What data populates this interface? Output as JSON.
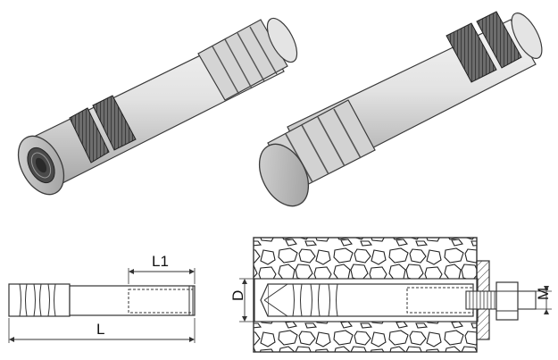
{
  "labels": {
    "l1": "L1",
    "l": "L",
    "d": "D",
    "m": "M"
  },
  "colors": {
    "steel_light": "#e9e9e9",
    "steel_mid": "#c8c8c8",
    "steel_dark": "#8d8d8d",
    "outline": "#3a3a3a",
    "background": "#ffffff"
  }
}
